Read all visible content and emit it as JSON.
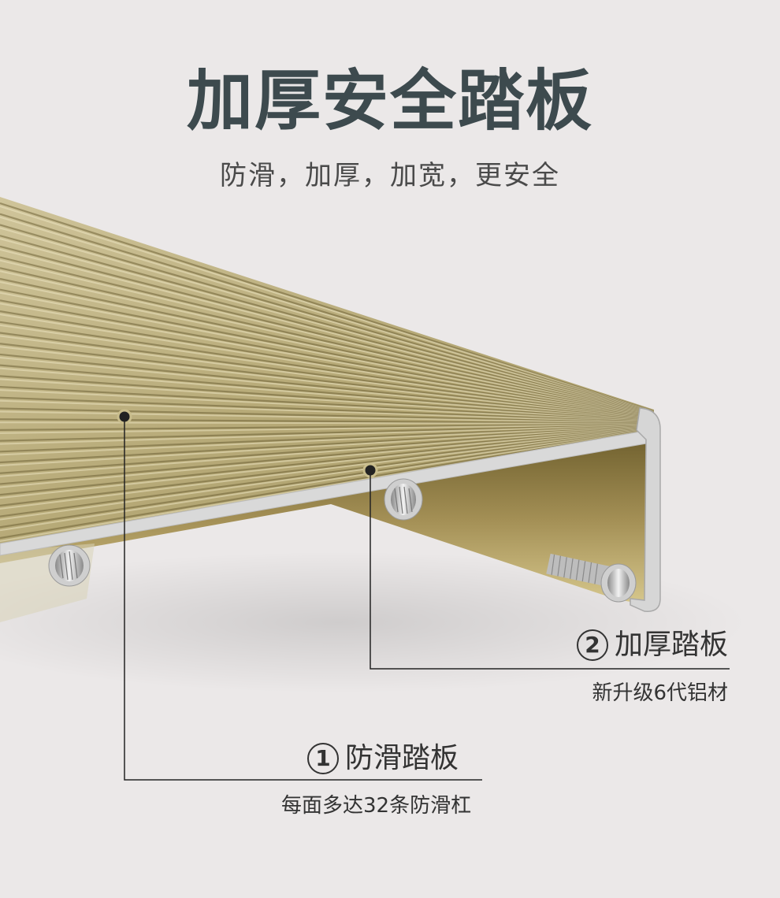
{
  "title": "加厚安全踏板",
  "subtitle": "防滑，加厚，加宽，更安全",
  "features": [
    {
      "number": "1",
      "title": "防滑踏板",
      "description": "每面多达32条防滑杠"
    },
    {
      "number": "2",
      "title": "加厚踏板",
      "description": "新升级6代铝材"
    }
  ],
  "colors": {
    "background": "#ebe8e8",
    "title": "#3d4a4e",
    "gold": "#b8aa74",
    "callout_line": "#222222"
  }
}
